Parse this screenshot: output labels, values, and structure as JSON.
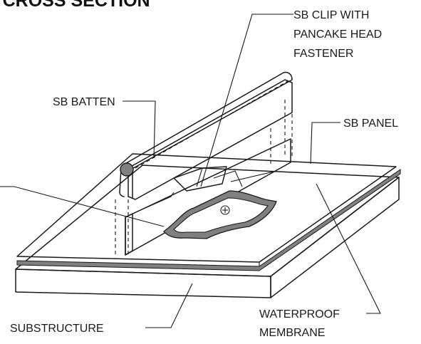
{
  "title": "E CROSS SECTION",
  "labels": {
    "clip_line1": "SB CLIP WITH",
    "clip_line2": "PANCAKE HEAD",
    "clip_line3": "FASTENER",
    "batten": "SB BATTEN",
    "panel": "SB PANEL",
    "membrane_line1": "WATERPROOF",
    "membrane_line2": "MEMBRANE",
    "substructure": "SUBSTRUCTURE"
  },
  "colors": {
    "line": "#1a1a1a",
    "membrane": "#808080",
    "background": "#ffffff"
  }
}
